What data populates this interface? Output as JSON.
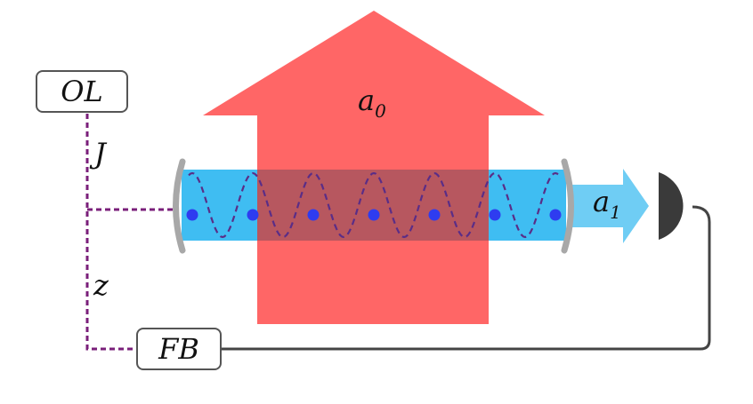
{
  "labels": {
    "optical_lattice": "OL",
    "feedback": "FB",
    "tunneling": "J",
    "position": "z",
    "pump_mode": {
      "base": "a",
      "sub": "0"
    },
    "cavity_mode": {
      "base": "a",
      "sub": "1"
    }
  },
  "colors": {
    "pump": "#ff6666",
    "cavity": "#3fbdf2",
    "overlap": "#b7575f",
    "output_arrow": "#6fcdf4",
    "mirror": "#a8a8a8",
    "atom": "#2e3cf0",
    "wave": "#5a2d87",
    "feedback_line": "#7a1f7a",
    "detector": "#3a3a3a",
    "wire": "#444444"
  },
  "atoms": {
    "count": 7
  }
}
